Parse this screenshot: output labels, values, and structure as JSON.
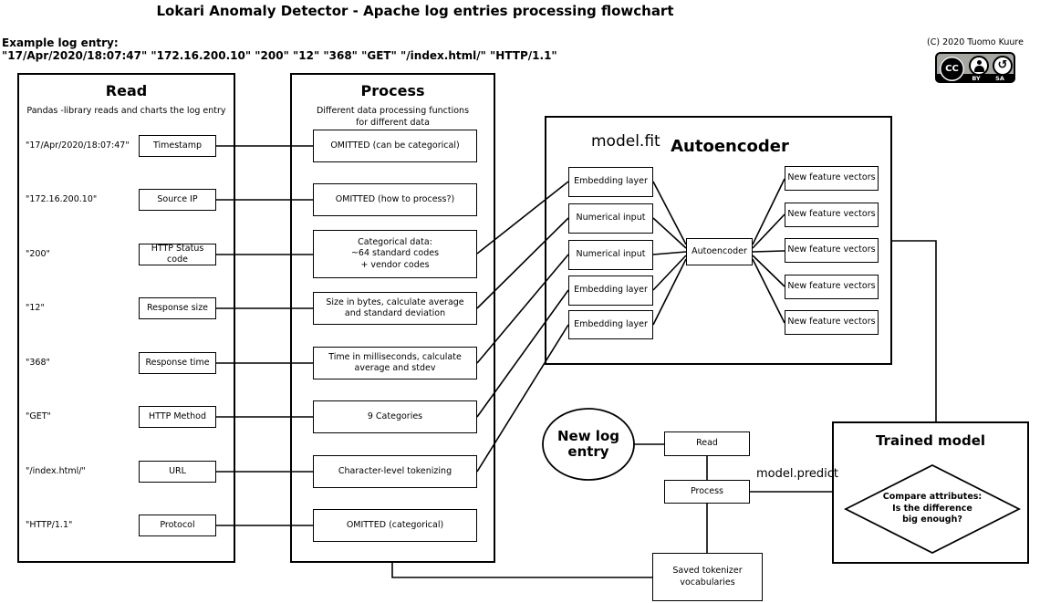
{
  "header": {
    "title": "Lokari Anomaly Detector - Apache log entries processing flowchart",
    "example_label": "Example log entry:",
    "example_value": "\"17/Apr/2020/18:07:47\" \"172.16.200.10\" \"200\" \"12\" \"368\" \"GET\" \"/index.html/\" \"HTTP/1.1\"",
    "copyright": "(C) 2020 Tuomo Kuure",
    "cc_badge": {
      "cc": "CC",
      "by": "BY",
      "sa": "SA",
      "sa_glyph": "↺"
    }
  },
  "read_panel": {
    "title": "Read",
    "subtitle": "Pandas -library reads and charts the log entry",
    "rows": [
      {
        "value": "\"17/Apr/2020/18:07:47\"",
        "field": "Timestamp"
      },
      {
        "value": "\"172.16.200.10\"",
        "field": "Source IP"
      },
      {
        "value": "\"200\"",
        "field": "HTTP Status code"
      },
      {
        "value": "\"12\"",
        "field": "Response size"
      },
      {
        "value": "\"368\"",
        "field": "Response time"
      },
      {
        "value": "\"GET\"",
        "field": "HTTP Method"
      },
      {
        "value": "\"/index.html/\"",
        "field": "URL"
      },
      {
        "value": "\"HTTP/1.1\"",
        "field": "Protocol"
      }
    ]
  },
  "process_panel": {
    "title": "Process",
    "subtitle": "Different data processing functions\nfor different data",
    "boxes": [
      "OMITTED (can be categorical)",
      "OMITTED (how to process?)",
      "Categorical data:\n~64 standard codes\n+ vendor codes",
      "Size in bytes, calculate average\nand standard deviation",
      "Time in milliseconds, calculate\naverage and stdev",
      "9 Categories",
      "Character-level tokenizing",
      "OMITTED (categorical)"
    ]
  },
  "autoencoder_panel": {
    "model_fit_label": "model.fit",
    "title": "Autoencoder",
    "inputs": [
      "Embedding layer",
      "Numerical input",
      "Numerical input",
      "Embedding layer",
      "Embedding layer"
    ],
    "core": "Autoencoder",
    "outputs": [
      "New feature vectors",
      "New feature vectors",
      "New feature vectors",
      "New feature vectors",
      "New feature vectors"
    ]
  },
  "prediction_flow": {
    "new_log_entry": "New log\nentry",
    "read_step": "Read",
    "process_step": "Process",
    "model_predict_label": "model.predict",
    "trained_model_title": "Trained model",
    "decision": "Compare attributes:\nIs the difference\nbig enough?",
    "saved_tokenizer": "Saved tokenizer\nvocabularies"
  },
  "colors": {
    "line": "#000000",
    "background": "#ffffff",
    "badge_bg": "#a7a7a2"
  }
}
